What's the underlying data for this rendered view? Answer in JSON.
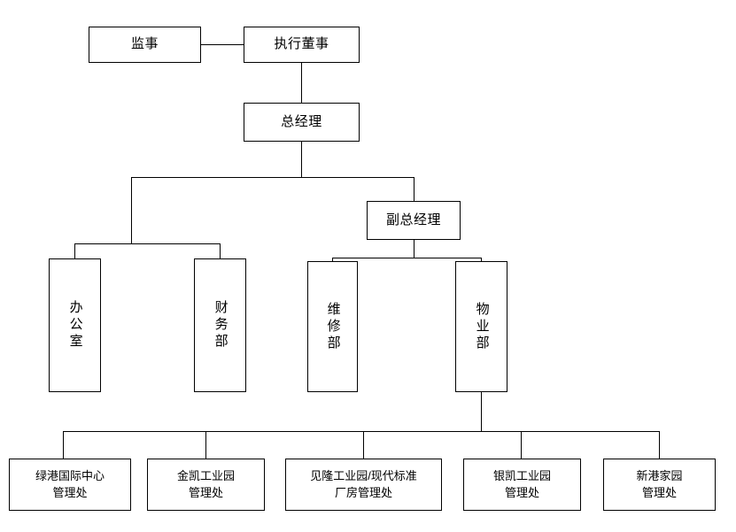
{
  "diagram": {
    "type": "org-chart",
    "title": "",
    "nodes": [
      {
        "id": "supervisor",
        "label": "监事"
      },
      {
        "id": "executive-director",
        "label": "执行董事"
      },
      {
        "id": "general-manager",
        "label": "总经理"
      },
      {
        "id": "deputy-general-manager",
        "label": "副总经理"
      },
      {
        "id": "office",
        "label": "办公室"
      },
      {
        "id": "finance-dept",
        "label": "财务部"
      },
      {
        "id": "maintenance-dept",
        "label": "维修部"
      },
      {
        "id": "property-dept",
        "label": "物业部"
      },
      {
        "id": "lvgang-center",
        "label": "绿港国际中心\n管理处"
      },
      {
        "id": "jinkai-park",
        "label": "金凯工业园\n管理处"
      },
      {
        "id": "jianlong-park",
        "label": "见隆工业园/现代标准\n厂房管理处"
      },
      {
        "id": "yinkai-park",
        "label": "银凯工业园\n管理处"
      },
      {
        "id": "xingang-home",
        "label": "新港家园\n管理处"
      }
    ],
    "labels": {
      "supervisor": "监事",
      "executive_director": "执行董事",
      "general_manager": "总经理",
      "deputy_general_manager": "副总经理",
      "office": "办公室",
      "finance_dept": "财务部",
      "maintenance_dept": "维修部",
      "property_dept": "物业部",
      "lvgang_line1": "绿港国际中心",
      "lvgang_line2": "管理处",
      "jinkai_line1": "金凯工业园",
      "jinkai_line2": "管理处",
      "jianlong_line1": "见隆工业园/现代标准",
      "jianlong_line2": "厂房管理处",
      "yinkai_line1": "银凯工业园",
      "yinkai_line2": "管理处",
      "xingang_line1": "新港家园",
      "xingang_line2": "管理处"
    },
    "colors": {
      "border": "#000000",
      "background": "#ffffff",
      "text": "#000000"
    }
  }
}
